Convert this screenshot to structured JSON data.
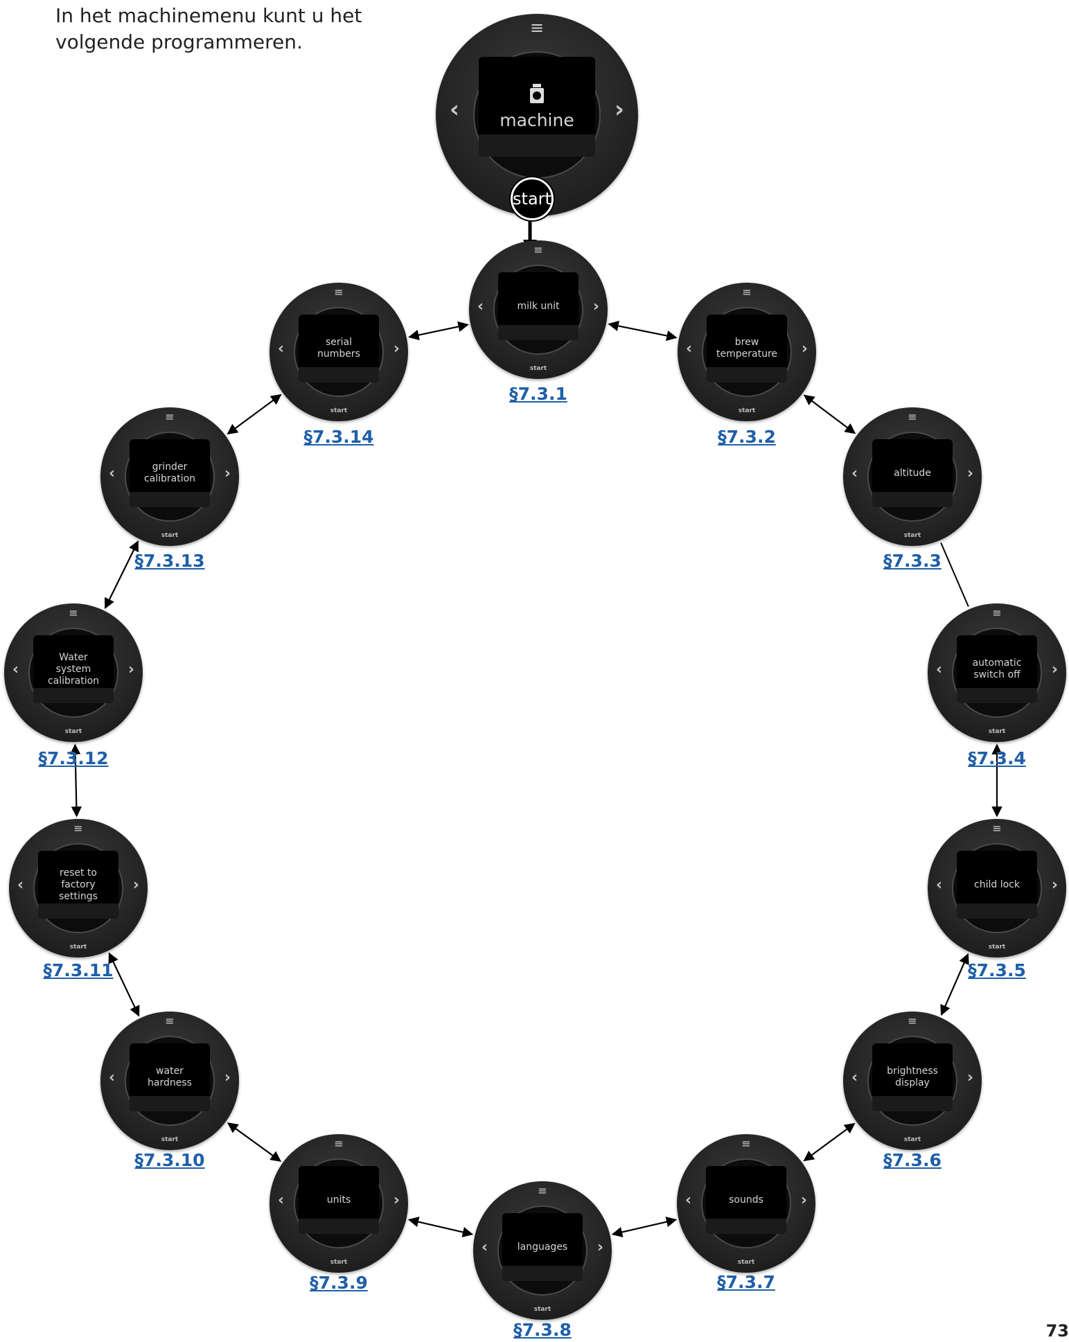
{
  "intro": {
    "line1": "In het machinemenu kunt u het",
    "line2": "volgende programmeren."
  },
  "top_dial": {
    "menu_icon": "≡",
    "label": "machine",
    "left_arrow": "‹",
    "right_arrow": "›",
    "icon": "machine-icon"
  },
  "start_button": {
    "label": "start"
  },
  "menu_items": [
    {
      "id": "milk-unit",
      "label": "milk unit",
      "ref": "§7.3.1"
    },
    {
      "id": "brew-temperature",
      "label": "brew\ntemperature",
      "ref": "§7.3.2"
    },
    {
      "id": "altitude",
      "label": "altitude",
      "ref": "§7.3.3"
    },
    {
      "id": "automatic-switch-off",
      "label": "automatic\nswitch off",
      "ref": "§7.3.4"
    },
    {
      "id": "child-lock",
      "label": "child lock",
      "ref": "§7.3.5"
    },
    {
      "id": "brightness-display",
      "label": "brightness\ndisplay",
      "ref": "§7.3.6"
    },
    {
      "id": "sounds",
      "label": "sounds",
      "ref": "§7.3.7"
    },
    {
      "id": "languages",
      "label": "languages",
      "ref": "§7.3.8"
    },
    {
      "id": "units",
      "label": "units",
      "ref": "§7.3.9"
    },
    {
      "id": "water-hardness",
      "label": "water\nhardness",
      "ref": "§7.3.10"
    },
    {
      "id": "reset-to-factory-settings",
      "label": "reset to\nfactory\nsettings",
      "ref": "§7.3.11"
    },
    {
      "id": "water-system-calibration",
      "label": "Water\nsystem\ncalibration",
      "ref": "§7.3.12"
    },
    {
      "id": "grinder-calibration",
      "label": "grinder\ncalibration",
      "ref": "§7.3.13"
    },
    {
      "id": "serial-numbers",
      "label": "serial\nnumbers",
      "ref": "§7.3.14"
    }
  ],
  "dial_common": {
    "menu_icon": "≡",
    "left_arrow": "‹",
    "right_arrow": "›",
    "start_label": "start"
  },
  "page_number": "73"
}
